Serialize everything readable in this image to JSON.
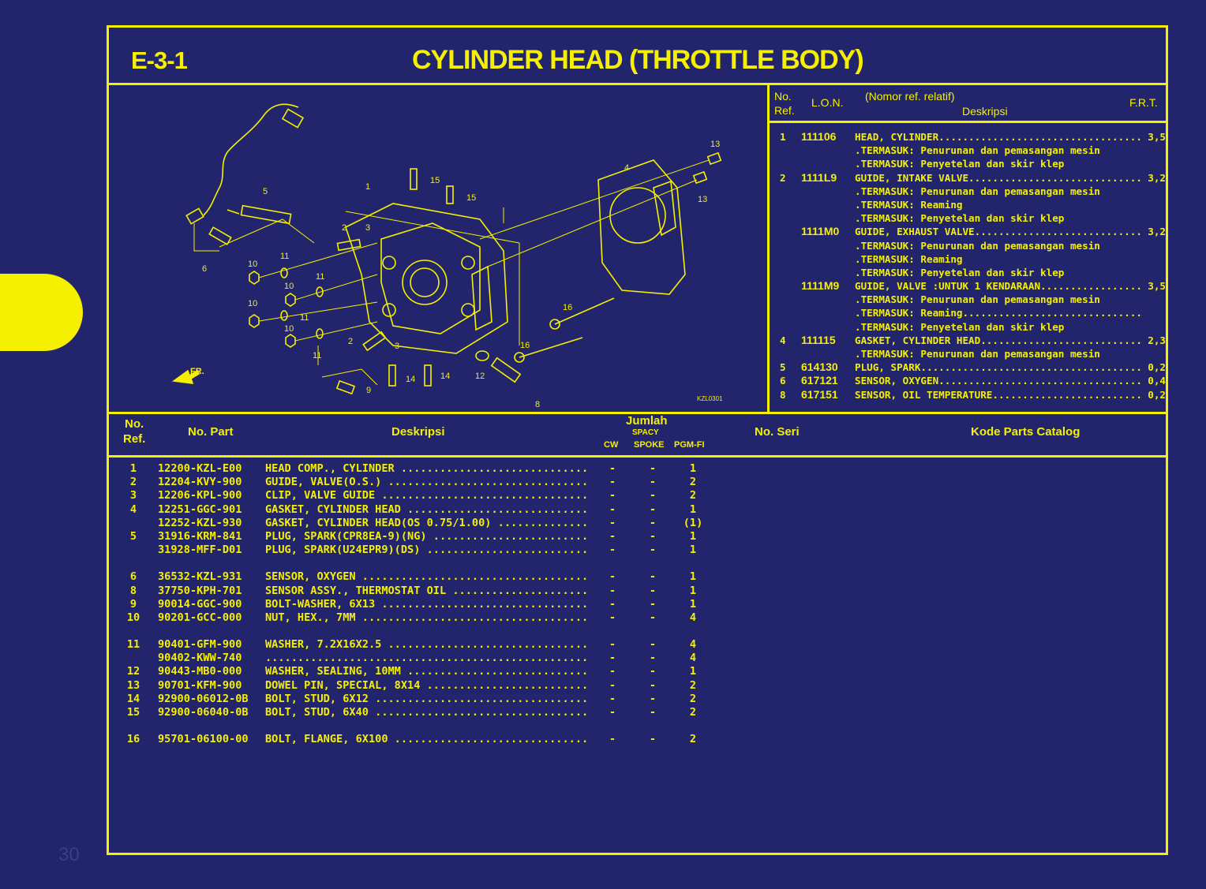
{
  "page": {
    "number": "30"
  },
  "header": {
    "code": "E-3-1",
    "title": "CYLINDER HEAD (THROTTLE BODY)"
  },
  "diagram": {
    "code": "KZL0301",
    "direction": "FR.",
    "callouts": [
      "1",
      "2",
      "3",
      "4",
      "5",
      "6",
      "8",
      "9",
      "10",
      "11",
      "12",
      "13",
      "14",
      "15",
      "16"
    ]
  },
  "frt_table": {
    "headers": {
      "ref_line1": "No.",
      "ref_line2": "Ref.",
      "lon": "L.O.N.",
      "desc_note": "(Nomor ref. relatif)",
      "desc": "Deskripsi",
      "frt": "F.R.T."
    },
    "rows": [
      {
        "ref": "1",
        "lon": "111106",
        "desc": "HEAD, CYLINDER.......................................",
        "frt": "3,5"
      },
      {
        "ref": "",
        "lon": "",
        "desc": ".TERMASUK: Penurunan dan pemasangan mesin",
        "frt": ""
      },
      {
        "ref": "",
        "lon": "",
        "desc": ".TERMASUK: Penyetelan dan skir klep",
        "frt": ""
      },
      {
        "ref": "2",
        "lon": "1111L9",
        "desc": "GUIDE, INTAKE VALVE..................................",
        "frt": "3,2"
      },
      {
        "ref": "",
        "lon": "",
        "desc": ".TERMASUK: Penurunan dan pemasangan mesin",
        "frt": ""
      },
      {
        "ref": "",
        "lon": "",
        "desc": ".TERMASUK: Reaming",
        "frt": ""
      },
      {
        "ref": "",
        "lon": "",
        "desc": ".TERMASUK: Penyetelan dan skir klep",
        "frt": ""
      },
      {
        "ref": "",
        "lon": "1111M0",
        "desc": "GUIDE, EXHAUST VALVE.................................",
        "frt": "3,2"
      },
      {
        "ref": "",
        "lon": "",
        "desc": ".TERMASUK: Penurunan dan pemasangan mesin",
        "frt": ""
      },
      {
        "ref": "",
        "lon": "",
        "desc": ".TERMASUK: Reaming",
        "frt": ""
      },
      {
        "ref": "",
        "lon": "",
        "desc": ".TERMASUK: Penyetelan dan skir klep",
        "frt": ""
      },
      {
        "ref": "",
        "lon": "1111M9",
        "desc": "GUIDE, VALVE :UNTUK 1 KENDARAAN......................",
        "frt": "3,5"
      },
      {
        "ref": "",
        "lon": "",
        "desc": ".TERMASUK: Penurunan dan pemasangan mesin",
        "frt": ""
      },
      {
        "ref": "",
        "lon": "",
        "desc": ".TERMASUK: Reaming...................................",
        "frt": ""
      },
      {
        "ref": "",
        "lon": "",
        "desc": ".TERMASUK: Penyetelan dan skir klep",
        "frt": ""
      },
      {
        "ref": "4",
        "lon": "111115",
        "desc": "GASKET, CYLINDER HEAD................................",
        "frt": "2,3"
      },
      {
        "ref": "",
        "lon": "",
        "desc": ".TERMASUK: Penurunan dan pemasangan mesin",
        "frt": ""
      },
      {
        "ref": "5",
        "lon": "614130",
        "desc": "PLUG, SPARK..........................................",
        "frt": "0,2"
      },
      {
        "ref": "6",
        "lon": "617121",
        "desc": "SENSOR, OXYGEN.......................................",
        "frt": "0,4"
      },
      {
        "ref": "8",
        "lon": "617151",
        "desc": "SENSOR, OIL TEMPERATURE..............................",
        "frt": "0,2"
      }
    ]
  },
  "parts_table": {
    "headers": {
      "ref_line1": "No.",
      "ref_line2": "Ref.",
      "part": "No. Part",
      "desc": "Deskripsi",
      "jumlah": "Jumlah",
      "spacy": "SPACY",
      "cw": "CW",
      "spoke": "SPOKE",
      "pgmfi": "PGM-FI",
      "seri": "No. Seri",
      "catalog": "Kode Parts Catalog"
    },
    "rows": [
      {
        "ref": "1",
        "part": "12200-KZL-E00",
        "desc": "HEAD COMP., CYLINDER  ...............................",
        "cw": "-",
        "spoke": "-",
        "pgm": "1",
        "gap": false
      },
      {
        "ref": "2",
        "part": "12204-KVY-900",
        "desc": "GUIDE, VALVE(O.S.)  .................................",
        "cw": "-",
        "spoke": "-",
        "pgm": "2",
        "gap": false
      },
      {
        "ref": "3",
        "part": "12206-KPL-900",
        "desc": "CLIP, VALVE GUIDE  ..................................",
        "cw": "-",
        "spoke": "-",
        "pgm": "2",
        "gap": false
      },
      {
        "ref": "4",
        "part": "12251-GGC-901",
        "desc": "GASKET, CYLINDER HEAD  ..............................",
        "cw": "-",
        "spoke": "-",
        "pgm": "1",
        "gap": false
      },
      {
        "ref": "",
        "part": "12252-KZL-930",
        "desc": "GASKET, CYLINDER HEAD(OS 0.75/1.00)  ................",
        "cw": "-",
        "spoke": "-",
        "pgm": "(1)",
        "gap": false
      },
      {
        "ref": "5",
        "part": "31916-KRM-841",
        "desc": "PLUG, SPARK(CPR8EA-9)(NG)  ..........................",
        "cw": "-",
        "spoke": "-",
        "pgm": "1",
        "gap": false
      },
      {
        "ref": "",
        "part": "31928-MFF-D01",
        "desc": "PLUG, SPARK(U24EPR9)(DS)  ...........................",
        "cw": "-",
        "spoke": "-",
        "pgm": "1",
        "gap": false
      },
      {
        "ref": "6",
        "part": "36532-KZL-931",
        "desc": "SENSOR, OXYGEN  .....................................",
        "cw": "-",
        "spoke": "-",
        "pgm": "1",
        "gap": true
      },
      {
        "ref": "8",
        "part": "37750-KPH-701",
        "desc": "SENSOR ASSY., THERMOSTAT OIL  .......................",
        "cw": "-",
        "spoke": "-",
        "pgm": "1",
        "gap": false
      },
      {
        "ref": "9",
        "part": "90014-GGC-900",
        "desc": "BOLT-WASHER, 6X13  ..................................",
        "cw": "-",
        "spoke": "-",
        "pgm": "1",
        "gap": false
      },
      {
        "ref": "10",
        "part": "90201-GCC-000",
        "desc": "NUT, HEX., 7MM  .....................................",
        "cw": "-",
        "spoke": "-",
        "pgm": "4",
        "gap": false
      },
      {
        "ref": "11",
        "part": "90401-GFM-900",
        "desc": "WASHER, 7.2X16X2.5  .................................",
        "cw": "-",
        "spoke": "-",
        "pgm": "4",
        "gap": true
      },
      {
        "ref": "",
        "part": "90402-KWW-740",
        "desc": "....................................................",
        "cw": "-",
        "spoke": "-",
        "pgm": "4",
        "gap": false
      },
      {
        "ref": "12",
        "part": "90443-MB0-000",
        "desc": "WASHER, SEALING, 10MM  ..............................",
        "cw": "-",
        "spoke": "-",
        "pgm": "1",
        "gap": false
      },
      {
        "ref": "13",
        "part": "90701-KFM-900",
        "desc": "DOWEL PIN, SPECIAL, 8X14  ...........................",
        "cw": "-",
        "spoke": "-",
        "pgm": "2",
        "gap": false
      },
      {
        "ref": "14",
        "part": "92900-06012-0B",
        "desc": "BOLT, STUD, 6X12  ...................................",
        "cw": "-",
        "spoke": "-",
        "pgm": "2",
        "gap": false
      },
      {
        "ref": "15",
        "part": "92900-06040-0B",
        "desc": "BOLT, STUD, 6X40  ...................................",
        "cw": "-",
        "spoke": "-",
        "pgm": "2",
        "gap": false
      },
      {
        "ref": "16",
        "part": "95701-06100-00",
        "desc": "BOLT, FLANGE, 6X100  ................................",
        "cw": "-",
        "spoke": "-",
        "pgm": "2",
        "gap": true
      }
    ]
  }
}
